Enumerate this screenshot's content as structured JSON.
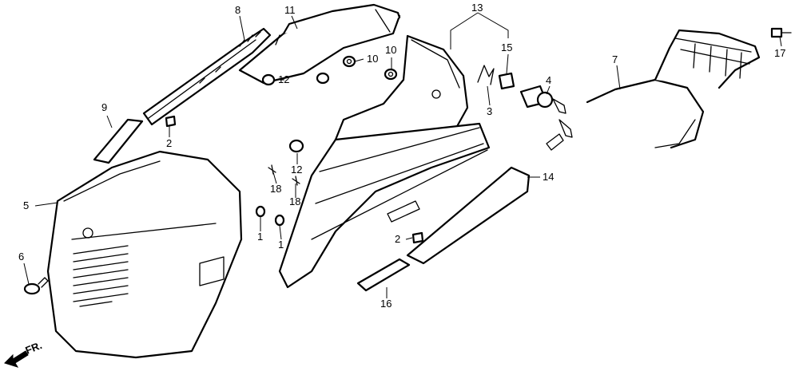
{
  "callouts": {
    "c1a": "1",
    "c1b": "1",
    "c2a": "2",
    "c2b": "2",
    "c3": "3",
    "c4": "4",
    "c5": "5",
    "c6": "6",
    "c7": "7",
    "c8": "8",
    "c9": "9",
    "c10a": "10",
    "c10b": "10",
    "c11": "11",
    "c12a": "12",
    "c12b": "12",
    "c13": "13",
    "c14": "14",
    "c15": "15",
    "c16": "16",
    "c17": "17",
    "c18a": "18",
    "c18b": "18"
  },
  "direction": {
    "label": "FR."
  }
}
